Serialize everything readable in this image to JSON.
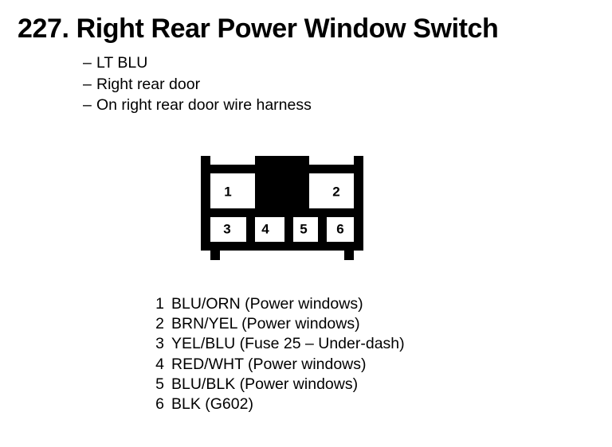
{
  "page": {
    "background_color": "#ffffff",
    "ink_color": "#000000"
  },
  "header": {
    "number": "227.",
    "title": "Right Rear Power Window Switch"
  },
  "attributes": {
    "dash": "–",
    "items": [
      "LT BLU",
      "Right rear door",
      "On right rear door wire harness"
    ]
  },
  "connector": {
    "name": "6-pin connector",
    "top_row_pins": [
      "1",
      "2"
    ],
    "bottom_row_pins": [
      "3",
      "4",
      "5",
      "6"
    ]
  },
  "pin_list": [
    {
      "pin": "1",
      "text": "BLU/ORN (Power windows)"
    },
    {
      "pin": "2",
      "text": "BRN/YEL (Power windows)"
    },
    {
      "pin": "3",
      "text": "YEL/BLU (Fuse 25 – Under-dash)"
    },
    {
      "pin": "4",
      "text": "RED/WHT (Power windows)"
    },
    {
      "pin": "5",
      "text": "BLU/BLK (Power windows)"
    },
    {
      "pin": "6",
      "text": "BLK (G602)"
    }
  ]
}
